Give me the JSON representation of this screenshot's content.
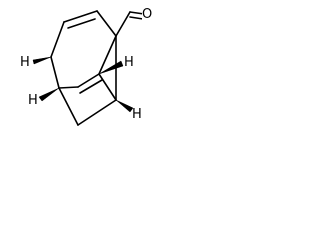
{
  "diagram": {
    "type": "skeletal-structure",
    "labels": {
      "oxygen": "O",
      "h_upper_left": "H",
      "h_upper_right": "H",
      "h_lower_left": "H",
      "h_lower_right": "H"
    },
    "colors": {
      "bond": "#000000",
      "background": "#ffffff"
    }
  }
}
